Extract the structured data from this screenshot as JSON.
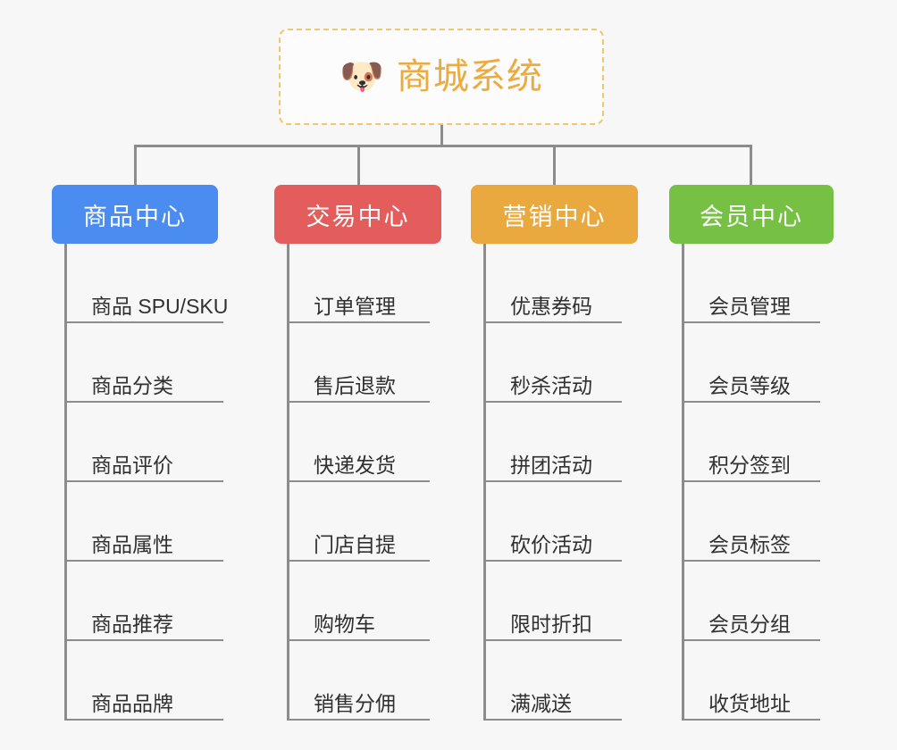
{
  "canvas": {
    "background": "#f7f7f7",
    "line_color": "#8c8c8c",
    "leaf_text_color": "#303030"
  },
  "root": {
    "icon": "dog-face-emoji",
    "icon_glyph": "🐶",
    "title": "商城系统",
    "title_color": "#eeab3d",
    "border_color": "#f2c66a",
    "border_style": "dashed"
  },
  "branches": [
    {
      "id": "product-center",
      "label": "商品中心",
      "color": "#4a8cf0",
      "leaves": [
        {
          "label": "商品 SPU/SKU"
        },
        {
          "label": "商品分类"
        },
        {
          "label": "商品评价"
        },
        {
          "label": "商品属性"
        },
        {
          "label": "商品推荐"
        },
        {
          "label": "商品品牌"
        }
      ]
    },
    {
      "id": "trade-center",
      "label": "交易中心",
      "color": "#e45d5d",
      "leaves": [
        {
          "label": "订单管理"
        },
        {
          "label": "售后退款"
        },
        {
          "label": "快递发货"
        },
        {
          "label": "门店自提"
        },
        {
          "label": "购物车"
        },
        {
          "label": "销售分佣"
        }
      ]
    },
    {
      "id": "marketing-center",
      "label": "营销中心",
      "color": "#eaa93f",
      "leaves": [
        {
          "label": "优惠券码"
        },
        {
          "label": "秒杀活动"
        },
        {
          "label": "拼团活动"
        },
        {
          "label": "砍价活动"
        },
        {
          "label": "限时折扣"
        },
        {
          "label": "满减送"
        }
      ]
    },
    {
      "id": "member-center",
      "label": "会员中心",
      "color": "#76c043",
      "leaves": [
        {
          "label": "会员管理"
        },
        {
          "label": "会员等级"
        },
        {
          "label": "积分签到"
        },
        {
          "label": "会员标签"
        },
        {
          "label": "会员分组"
        },
        {
          "label": "收货地址"
        }
      ]
    }
  ]
}
